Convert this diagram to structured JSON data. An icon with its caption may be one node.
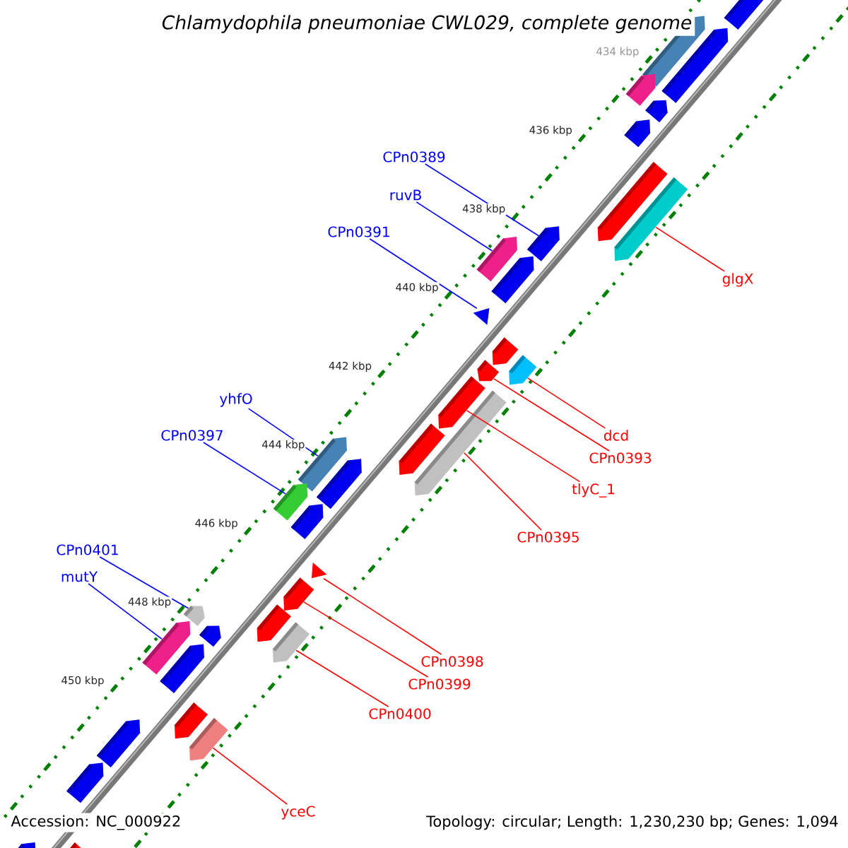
{
  "diagram": {
    "title": "Chlamydophila pneumoniae CWL029, complete genome",
    "nodes": [
      {
        "text": [
          "CPn0389"
        ]
      },
      {
        "text": [
          "ruvB"
        ]
      },
      {
        "text": [
          "CPn0391"
        ]
      },
      {
        "text": [
          "glgX"
        ]
      },
      {
        "text": [
          "yhfO"
        ]
      },
      {
        "text": [
          "dcd"
        ]
      },
      {
        "text": [
          "CPn0397"
        ]
      },
      {
        "text": [
          "CPn0393"
        ]
      },
      {
        "text": [
          "tlyC_1"
        ]
      },
      {
        "text": [
          "CPn0395"
        ]
      },
      {
        "text": [
          "CPn0401"
        ]
      },
      {
        "text": [
          "mutY"
        ]
      },
      {
        "text": [
          "CPn0398"
        ]
      },
      {
        "text": [
          "CPn0399"
        ]
      },
      {
        "text": [
          "CPn0400"
        ]
      },
      {
        "text": [
          "yceC"
        ]
      },
      {
        "text": [],
        "shape": "arrow"
      },
      {
        "text": [],
        "shape": "arrow"
      },
      {
        "text": [],
        "shape": "triangle"
      },
      {
        "text": [],
        "shape": "arrow"
      },
      {
        "text": [],
        "shape": "arrow"
      },
      {
        "text": [],
        "shape": "arrow"
      },
      {
        "text": [],
        "shape": "arrow"
      },
      {
        "text": [],
        "shape": "arrow"
      },
      {
        "text": [],
        "shape": "arrow"
      },
      {
        "text": [],
        "shape": "arrow"
      },
      {
        "text": [],
        "shape": "arrow"
      },
      {
        "text": [],
        "shape": "arrow"
      },
      {
        "text": [],
        "shape": "triangle"
      },
      {
        "text": [],
        "shape": "arrow"
      },
      {
        "text": [],
        "shape": "arrow"
      },
      {
        "text": [],
        "shape": "arrow"
      },
      {
        "text": [],
        "shape": "arrow"
      },
      {
        "text": [],
        "shape": "arrow"
      },
      {
        "text": [],
        "shape": "arrow"
      },
      {
        "text": [],
        "shape": "arrow"
      },
      {
        "text": [],
        "shape": "arrow"
      },
      {
        "text": [],
        "shape": "arrow"
      },
      {
        "text": [],
        "shape": "arrow"
      },
      {
        "text": [],
        "shape": "arrow"
      },
      {
        "text": [],
        "shape": "arrow"
      },
      {
        "text": [],
        "shape": "arrow"
      },
      {
        "text": [],
        "shape": "arrow"
      },
      {
        "text": [],
        "shape": "arrow"
      },
      {
        "text": [],
        "shape": "arrow"
      },
      {
        "text": [],
        "shape": "arrow"
      },
      {
        "text": [],
        "shape": "arrow"
      },
      {
        "text": [],
        "shape": "arrow"
      },
      {
        "text": [],
        "shape": "arrow"
      },
      {
        "text": [],
        "shape": "arrow"
      },
      {
        "text": [],
        "shape": "arrow"
      },
      {
        "text": [],
        "shape": "arrow"
      }
    ],
    "edges": [
      {
        "from": 0,
        "to": 16,
        "arrow": "none",
        "color": "#0000ff"
      },
      {
        "from": 1,
        "to": 17,
        "arrow": "none",
        "color": "#0000ff"
      },
      {
        "from": 2,
        "to": 18,
        "arrow": "none",
        "color": "#0000ff"
      },
      {
        "from": 3,
        "to": 19,
        "arrow": "none"
      },
      {
        "from": 4,
        "to": 20,
        "arrow": "none",
        "color": "#0000ff"
      },
      {
        "from": 5,
        "to": 21,
        "arrow": "none"
      },
      {
        "from": 6,
        "to": 22,
        "arrow": "none",
        "color": "#0000ff"
      },
      {
        "from": 7,
        "to": 23,
        "arrow": "none"
      },
      {
        "from": 8,
        "to": 24,
        "arrow": "none"
      },
      {
        "from": 9,
        "to": 25,
        "arrow": "none"
      },
      {
        "from": 10,
        "to": 26,
        "arrow": "none",
        "color": "#0000ff"
      },
      {
        "from": 11,
        "to": 27,
        "arrow": "none",
        "color": "#0000ff"
      },
      {
        "from": 12,
        "to": 28,
        "arrow": "none"
      },
      {
        "from": 13,
        "to": 29,
        "arrow": "none"
      },
      {
        "from": 14,
        "to": 30,
        "arrow": "none"
      },
      {
        "from": 15,
        "to": 31,
        "arrow": "none"
      }
    ],
    "labels": [
      "434 kbp",
      "436 kbp",
      "438 kbp",
      "440 kbp",
      "442 kbp",
      "444 kbp",
      "446 kbp",
      "448 kbp",
      "450 kbp",
      "Accession: NC_000922",
      "Topology: circular; Length: 1,230,230 bp; Genes: 1,094"
    ]
  }
}
